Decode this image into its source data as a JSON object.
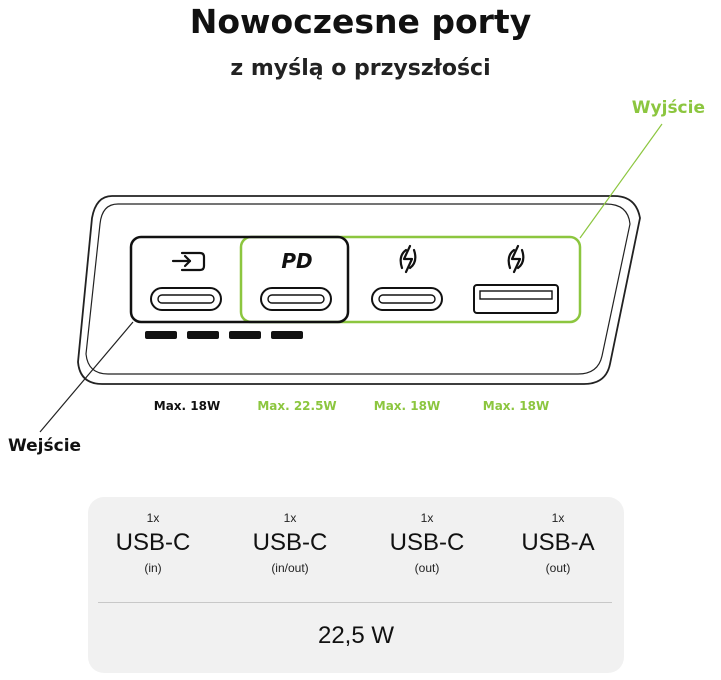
{
  "heading": {
    "title": "Nowoczesne porty",
    "subtitle": "z myślą o przyszłości"
  },
  "callouts": {
    "output": "Wyjście",
    "input": "Wejście"
  },
  "colors": {
    "accent": "#8cc63f",
    "dark": "#111111",
    "panel": "#f1f1f1"
  },
  "ports": [
    {
      "icon": "input-port-icon",
      "badge": "",
      "max": "Max. 18W",
      "highlight": "dark"
    },
    {
      "icon": "pd-badge",
      "badge": "PD",
      "max": "Max. 22.5W",
      "highlight": "accent"
    },
    {
      "icon": "fast-charge-icon",
      "badge": "",
      "max": "Max. 18W",
      "highlight": "accent"
    },
    {
      "icon": "fast-charge-icon",
      "badge": "",
      "max": "Max. 18W",
      "highlight": "accent"
    }
  ],
  "specs": [
    {
      "count": "1x",
      "type": "USB-C",
      "mode": "(in)"
    },
    {
      "count": "1x",
      "type": "USB-C",
      "mode": "(in/out)"
    },
    {
      "count": "1x",
      "type": "USB-C",
      "mode": "(out)"
    },
    {
      "count": "1x",
      "type": "USB-A",
      "mode": "(out)"
    }
  ],
  "total": "22,5 W"
}
